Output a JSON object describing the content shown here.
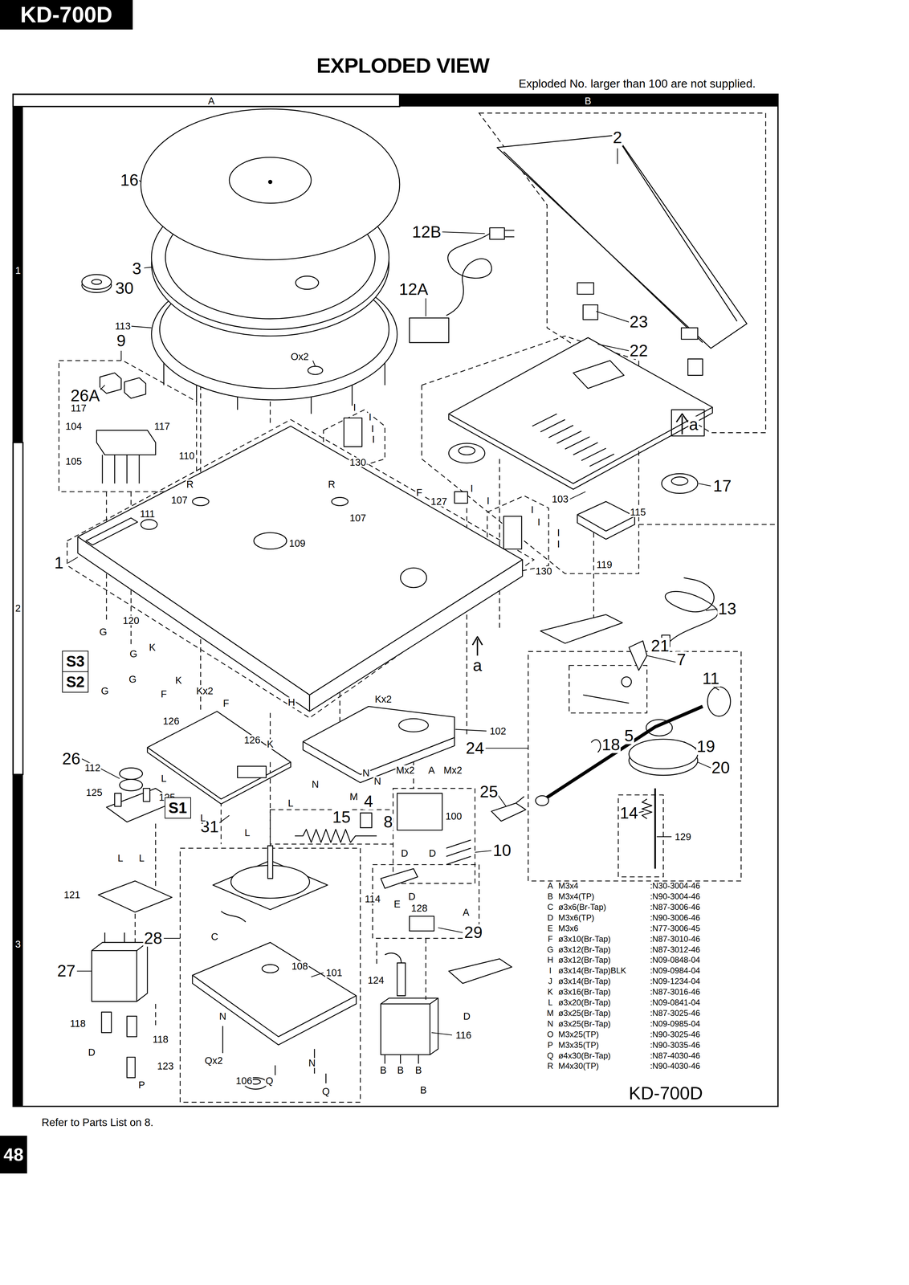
{
  "diagram": {
    "title": "EXPLODED VIEW",
    "nodes": [
      {
        "text": [
          "KD-700D"
        ]
      },
      {
        "text": [
          "S3"
        ]
      },
      {
        "text": [
          "S2"
        ]
      },
      {
        "text": [
          "S1"
        ]
      },
      {
        "text": [
          "48"
        ]
      }
    ],
    "labels": [
      "Exploded No. larger than 100 are not supplied.",
      "A",
      "B",
      "1",
      "2",
      "3",
      "16",
      "3",
      "30",
      "113",
      "9",
      "26A",
      "117",
      "117",
      "104",
      "110",
      "105",
      "12B",
      "12A",
      "2",
      "23",
      "22",
      "Ox2",
      "I",
      "I",
      "I",
      "I",
      "130",
      "127",
      "I",
      "I",
      "F",
      "I",
      "I",
      "I",
      "I",
      "130",
      "R",
      "R",
      "107",
      "107",
      "111",
      "109",
      "1",
      "103",
      "17",
      "115",
      "119",
      "a",
      "a",
      "13",
      "21",
      "7",
      "11",
      "5",
      "18",
      "19",
      "20",
      "24",
      "25",
      "14",
      "129",
      "120",
      "G",
      "G",
      "K",
      "G",
      "G",
      "K",
      "Kx2",
      "F",
      "F",
      "H",
      "Kx2",
      "126",
      "126",
      "K",
      "102",
      "26",
      "112",
      "125",
      "125",
      "31",
      "L",
      "L",
      "L",
      "L",
      "L",
      "L",
      "N",
      "N",
      "N",
      "M",
      "Mx2",
      "A",
      "Mx2",
      "4",
      "15",
      "8",
      "100",
      "10",
      "D",
      "D",
      "D",
      "114",
      "E",
      "128",
      "A",
      "29",
      "121",
      "28",
      "C",
      "108",
      "101",
      "27",
      "118",
      "118",
      "D",
      "123",
      "P",
      "N",
      "Qx2",
      "106",
      "Q",
      "N",
      "Q",
      "124",
      "116",
      "D",
      "B",
      "B",
      "B",
      "B",
      "KD-700D",
      "Refer to Parts List on 8.",
      "A",
      "M3x4",
      ":N30-3004-46",
      "B",
      "M3x4(TP)",
      ":N90-3004-46",
      "C",
      "ø3x6(Br-Tap)",
      ":N87-3006-46",
      "D",
      "M3x6(TP)",
      ":N90-3006-46",
      "E",
      "M3x6",
      ":N77-3006-45",
      "F",
      "ø3x10(Br-Tap)",
      ":N87-3010-46",
      "G",
      "ø3x12(Br-Tap)",
      ":N87-3012-46",
      "H",
      "ø3x12(Br-Tap)",
      ":N09-0848-04",
      "I",
      "ø3x14(Br-Tap)BLK",
      ":N09-0984-04",
      "J",
      "ø3x14(Br-Tap)",
      ":N09-1234-04",
      "K",
      "ø3x16(Br-Tap)",
      ":N87-3016-46",
      "L",
      "ø3x20(Br-Tap)",
      ":N09-0841-04",
      "M",
      "ø3x25(Br-Tap)",
      ":N87-3025-46",
      "N",
      "ø3x25(Br-Tap)",
      ":N09-0985-04",
      "O",
      "M3x25(TP)",
      ":N90-3025-46",
      "P",
      "M3x35(TP)",
      ":N90-3035-46",
      "Q",
      "ø4x30(Br-Tap)",
      ":N87-4030-46",
      "R",
      "M4x30(TP)",
      ":N90-4030-46"
    ]
  }
}
